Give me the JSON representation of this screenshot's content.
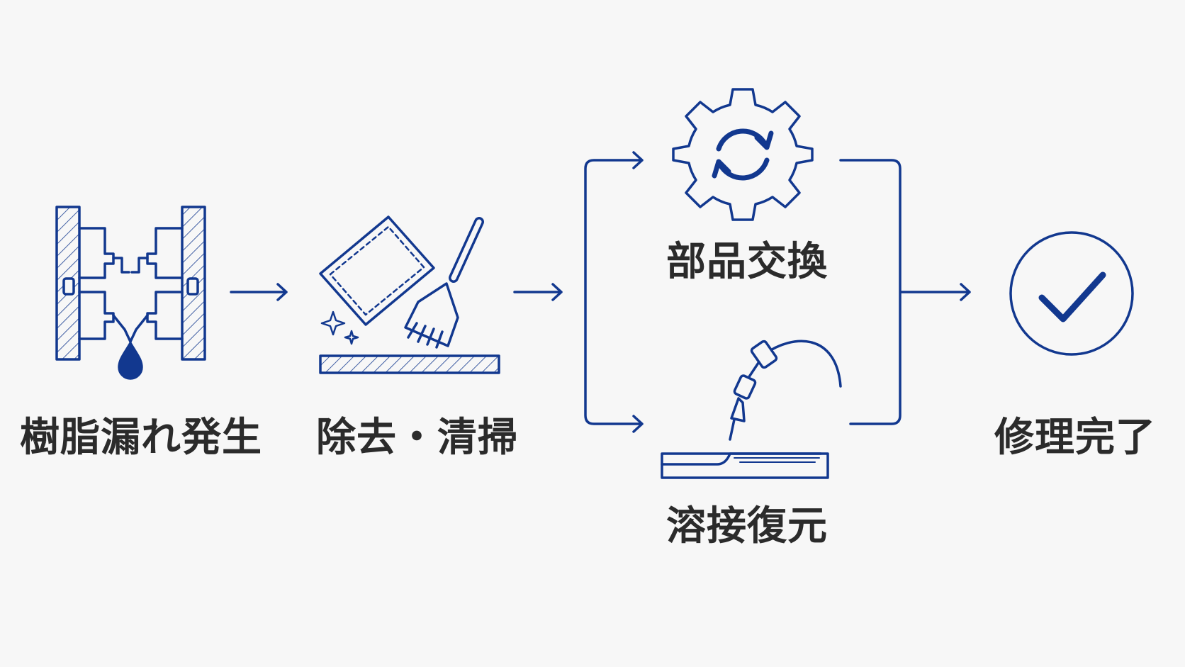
{
  "colors": {
    "line": "#12388f",
    "text": "#2b2b2b",
    "background": "#f7f7f7"
  },
  "steps": {
    "leak": {
      "label": "樹脂漏れ発生",
      "icon": "mold-leak-icon"
    },
    "clean": {
      "label": "除去・清掃",
      "icon": "cloth-brush-icon"
    },
    "replace": {
      "label": "部品交換",
      "icon": "gear-refresh-icon"
    },
    "weld": {
      "label": "溶接復元",
      "icon": "welding-torch-icon"
    },
    "done": {
      "label": "修理完了",
      "icon": "check-circle-icon"
    }
  }
}
